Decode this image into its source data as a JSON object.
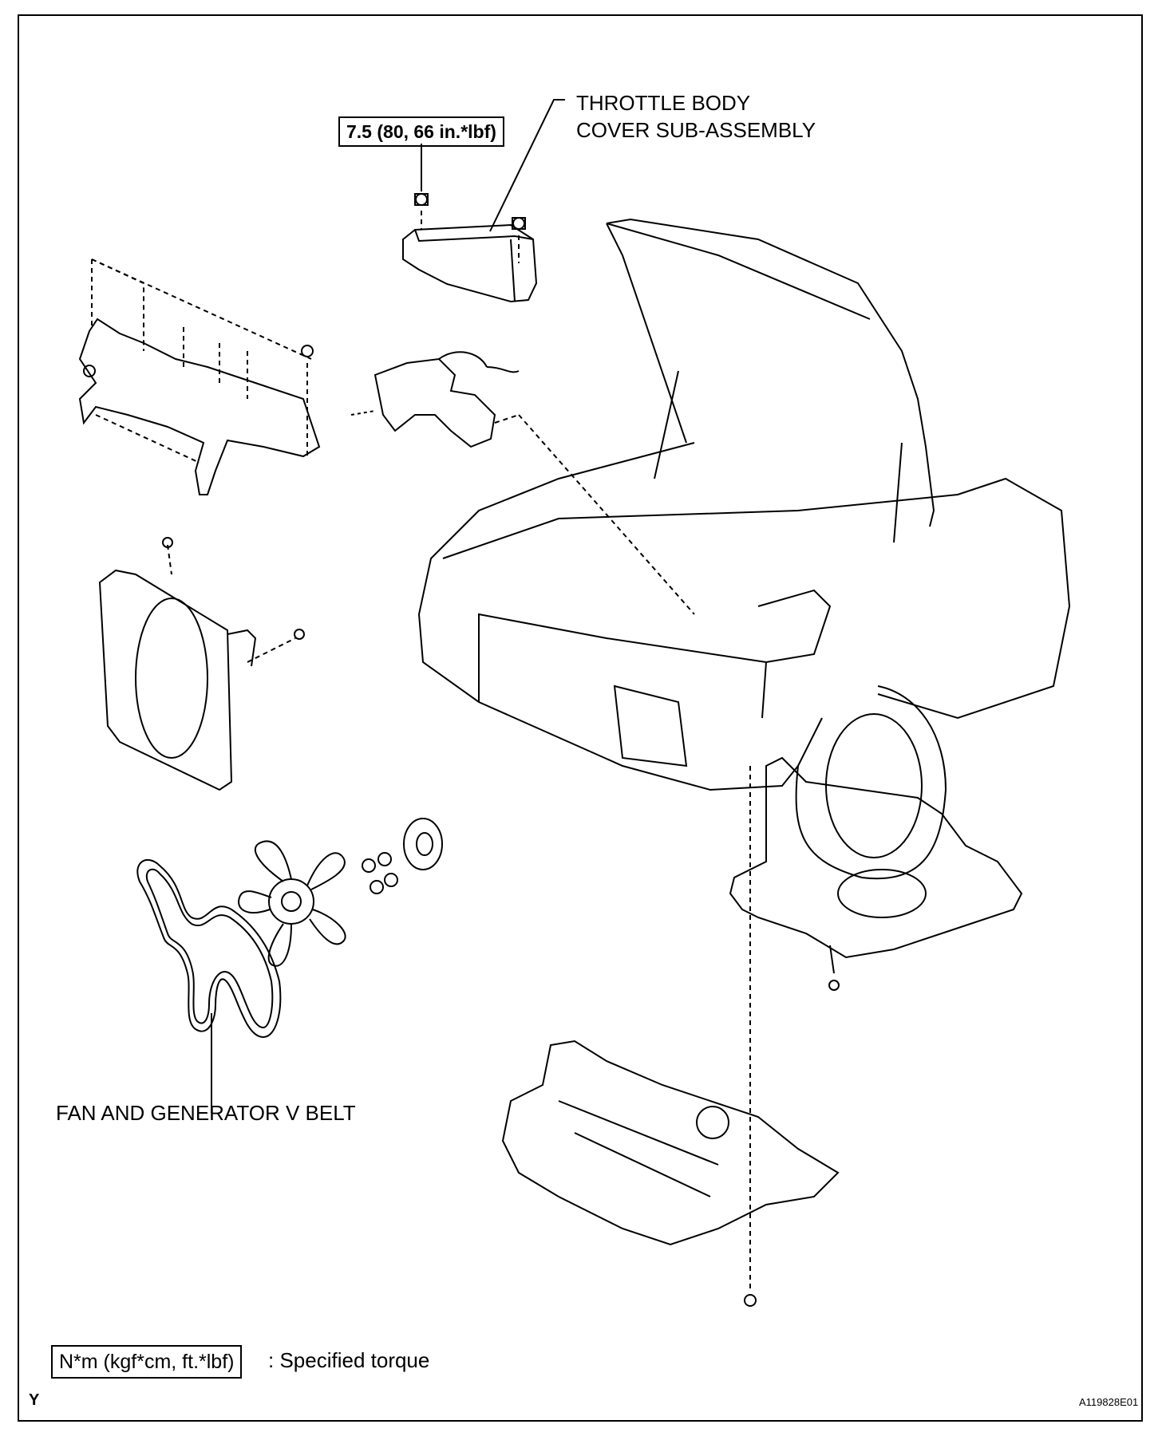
{
  "labels": {
    "throttle_line1": "THROTTLE BODY",
    "throttle_line2": "COVER SUB-ASSEMBLY",
    "torque_value": "7.5 (80, 66 in.*lbf)",
    "fan_belt": "FAN AND GENERATOR V BELT",
    "legend_box": "N*m (kgf*cm, ft.*lbf)",
    "legend_text": ": Specified torque",
    "corner_tag": "Y",
    "figure_id": "A119828E01"
  }
}
